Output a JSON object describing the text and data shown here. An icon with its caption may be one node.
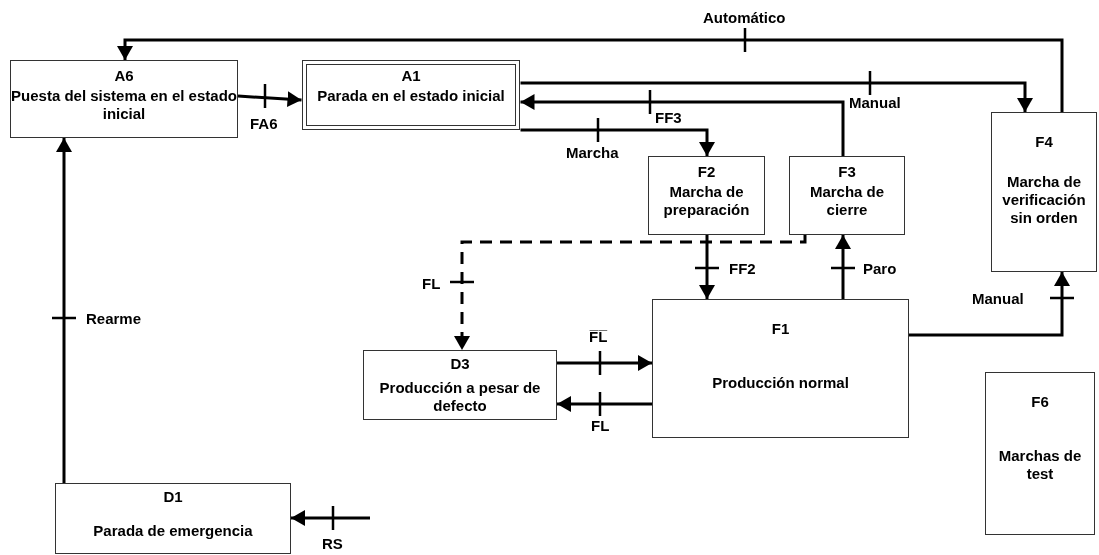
{
  "diagram": {
    "nodes": [
      {
        "text": [
          "A6",
          "Puesta del sistema en el estado inicial"
        ]
      },
      {
        "text": [
          "A1",
          "Parada en el estado inicial"
        ]
      },
      {
        "text": [
          "F2",
          "Marcha de preparación"
        ]
      },
      {
        "text": [
          "F3",
          "Marcha de cierre"
        ]
      },
      {
        "text": [
          "F4",
          "Marcha de verificación sin orden"
        ]
      },
      {
        "text": [
          "D3",
          "Producción a pesar de defecto"
        ]
      },
      {
        "text": [
          "F1",
          "Producción normal"
        ]
      },
      {
        "text": [
          "F6",
          "Marchas de test"
        ]
      },
      {
        "text": [
          "D1",
          "Parada de emergencia"
        ]
      }
    ],
    "edges": [
      {
        "from": 4,
        "to": 0,
        "arrow": "to",
        "label": "Automático"
      },
      {
        "from": 0,
        "to": 1,
        "arrow": "to",
        "label": "FA6"
      },
      {
        "from": 1,
        "to": 4,
        "arrow": "to",
        "label": "Manual"
      },
      {
        "from": 3,
        "to": 1,
        "arrow": "to",
        "label": "FF3"
      },
      {
        "from": 1,
        "to": 2,
        "arrow": "to",
        "label": "Marcha"
      },
      {
        "from": 2,
        "to": 6,
        "arrow": "to",
        "label": "FF2"
      },
      {
        "from": 6,
        "to": 3,
        "arrow": "to",
        "label": "Paro"
      },
      {
        "from": 3,
        "to": 5,
        "arrow": "to",
        "label": "FL",
        "style": "dashed"
      },
      {
        "from": 5,
        "to": 6,
        "arrow": "to",
        "label": "F̅L̅"
      },
      {
        "from": 6,
        "to": 5,
        "arrow": "to",
        "label": "FL"
      },
      {
        "from": 6,
        "to": 4,
        "arrow": "to",
        "label": "Manual"
      },
      {
        "from": 8,
        "to": 0,
        "arrow": "to",
        "label": "Rearme"
      },
      {
        "from": null,
        "to": 8,
        "arrow": "to",
        "label": "RS"
      }
    ]
  }
}
